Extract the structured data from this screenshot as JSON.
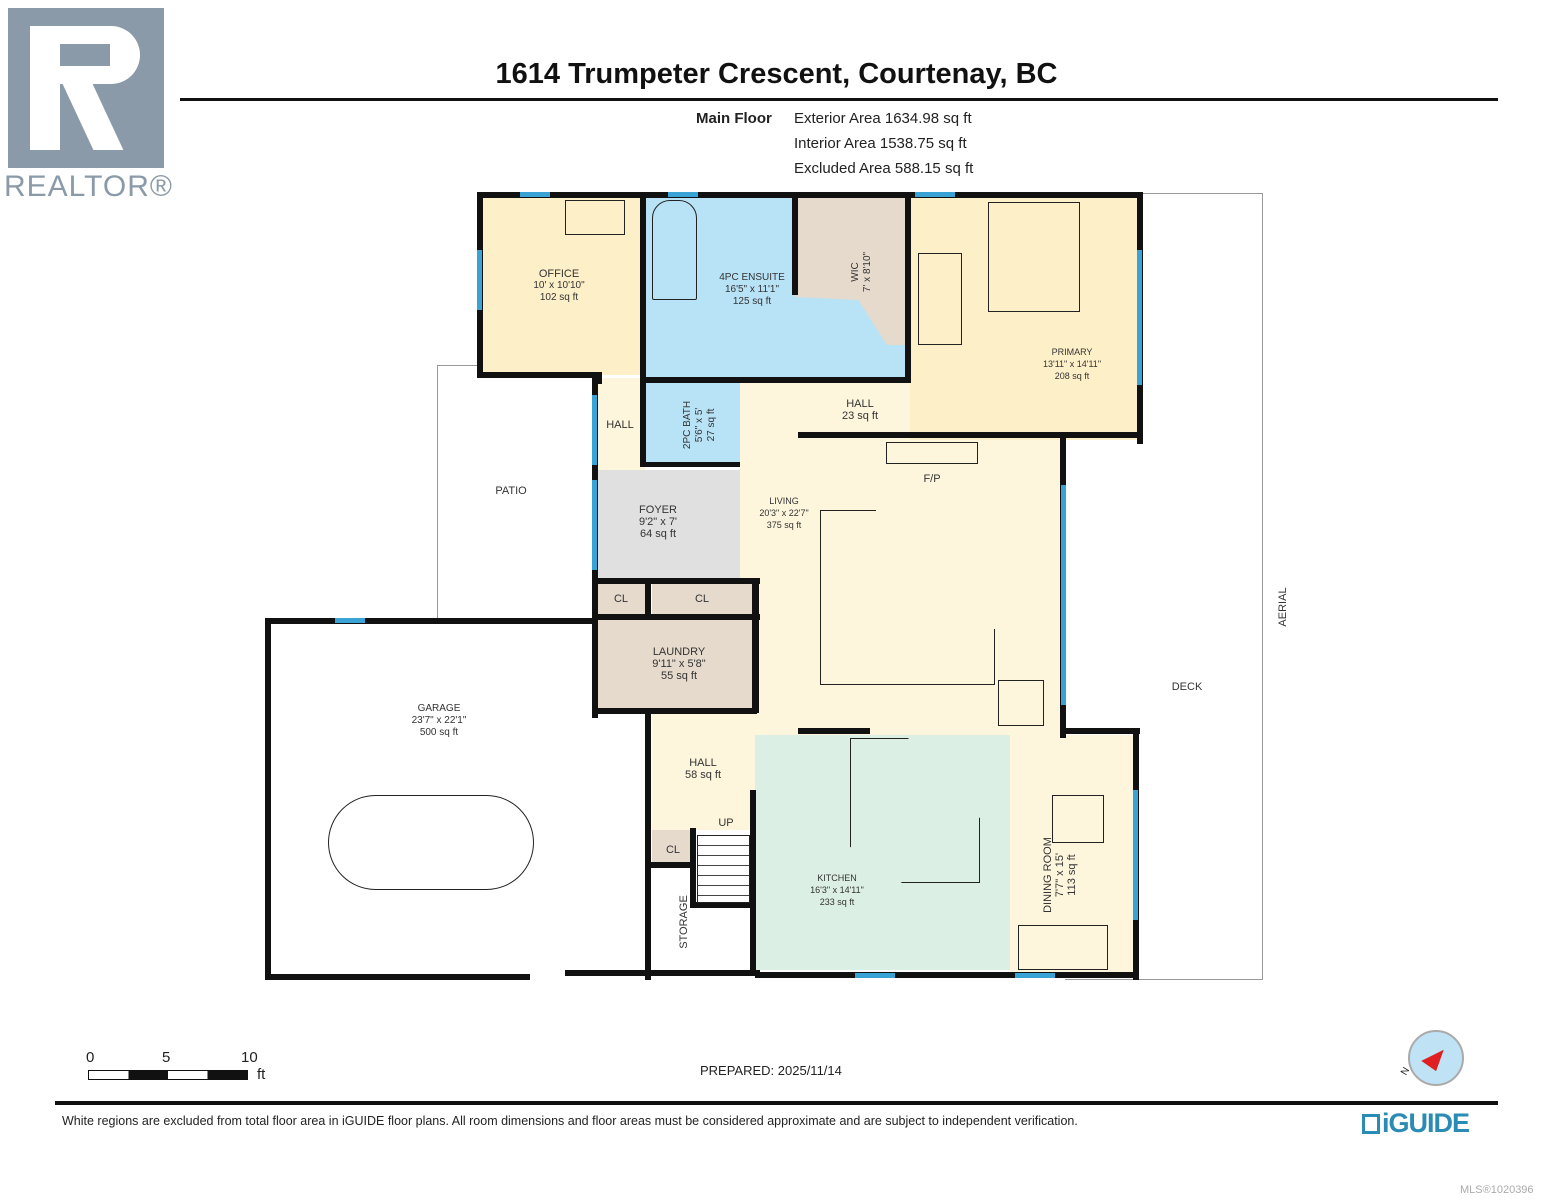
{
  "header": {
    "title": "1614 Trumpeter Crescent, Courtenay, BC",
    "floor": "Main Floor",
    "exterior_area": "Exterior Area 1634.98 sq ft",
    "interior_area": "Interior Area 1538.75 sq ft",
    "excluded_area": "Excluded Area 588.15 sq ft"
  },
  "logo": {
    "realtor": "REALTOR®",
    "realtor_color": "#8a9aa8"
  },
  "rooms": {
    "office": {
      "name": "OFFICE",
      "dims": "10' x 10'10\"",
      "area": "102 sq ft"
    },
    "ensuite": {
      "name": "4PC ENSUITE",
      "dims": "16'5\" x 11'1\"",
      "area": "125 sq ft"
    },
    "wic": {
      "name": "WIC",
      "dims": "7' x 8'10\""
    },
    "primary": {
      "name": "PRIMARY",
      "dims": "13'11\" x 14'11\"",
      "area": "208 sq ft"
    },
    "hall_left": {
      "name": "HALL"
    },
    "bath2": {
      "name": "2PC BATH",
      "dims": "5'6\" x 5'",
      "area": "27 sq ft"
    },
    "hall_upper": {
      "name": "HALL",
      "area": "23 sq ft"
    },
    "foyer": {
      "name": "FOYER",
      "dims": "9'2\" x 7'",
      "area": "64 sq ft"
    },
    "living": {
      "name": "LIVING",
      "dims": "20'3\" x 22'7\"",
      "area": "375 sq ft"
    },
    "cl1": {
      "name": "CL"
    },
    "cl2": {
      "name": "CL"
    },
    "laundry": {
      "name": "LAUNDRY",
      "dims": "9'11\" x 5'8\"",
      "area": "55 sq ft"
    },
    "garage": {
      "name": "GARAGE",
      "dims": "23'7\" x 22'1\"",
      "area": "500 sq ft"
    },
    "hall_lower": {
      "name": "HALL",
      "area": "58 sq ft"
    },
    "cl3": {
      "name": "CL"
    },
    "storage": {
      "name": "STORAGE"
    },
    "kitchen": {
      "name": "KITCHEN",
      "dims": "16'3\" x 14'11\"",
      "area": "233 sq ft"
    },
    "dining": {
      "name": "DINING ROOM",
      "dims": "7'7\" x 15'",
      "area": "113 sq ft"
    }
  },
  "exterior": {
    "patio": "PATIO",
    "deck": "DECK",
    "aerial": "AERIAL",
    "fireplace": "F/P",
    "stairs": "UP"
  },
  "colors": {
    "wall": "#111111",
    "window": "#3aa3d6",
    "bedroom": "#fdf0c8",
    "bath": "#b8e2f5",
    "closet": "#e6dacd",
    "foyer": "#e0e0e0",
    "living": "#fdf6dc",
    "kitchen": "#dcefe4"
  },
  "scale": {
    "t0": "0",
    "t5": "5",
    "t10": "10",
    "unit": "ft"
  },
  "prepared": "PREPARED: 2025/11/14",
  "footer": {
    "disclaimer": "White regions are excluded from total floor area in iGUIDE floor plans. All room dimensions and floor areas must be considered approximate and are subject to independent verification.",
    "brand": "iGUIDE",
    "compass_label": "N",
    "mls": "MLS®1020396"
  }
}
